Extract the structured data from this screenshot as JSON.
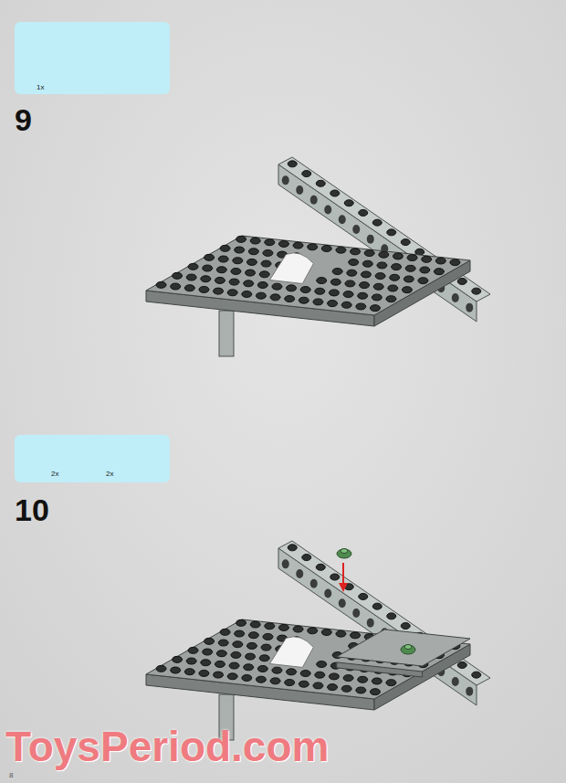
{
  "diagram": {
    "nodes": [
      {
        "text": [
          "1x"
        ]
      },
      {
        "text": [
          "2x",
          "2x"
        ]
      }
    ],
    "labels": [
      "9",
      "10",
      "8",
      "ToysPeriod.com"
    ]
  }
}
